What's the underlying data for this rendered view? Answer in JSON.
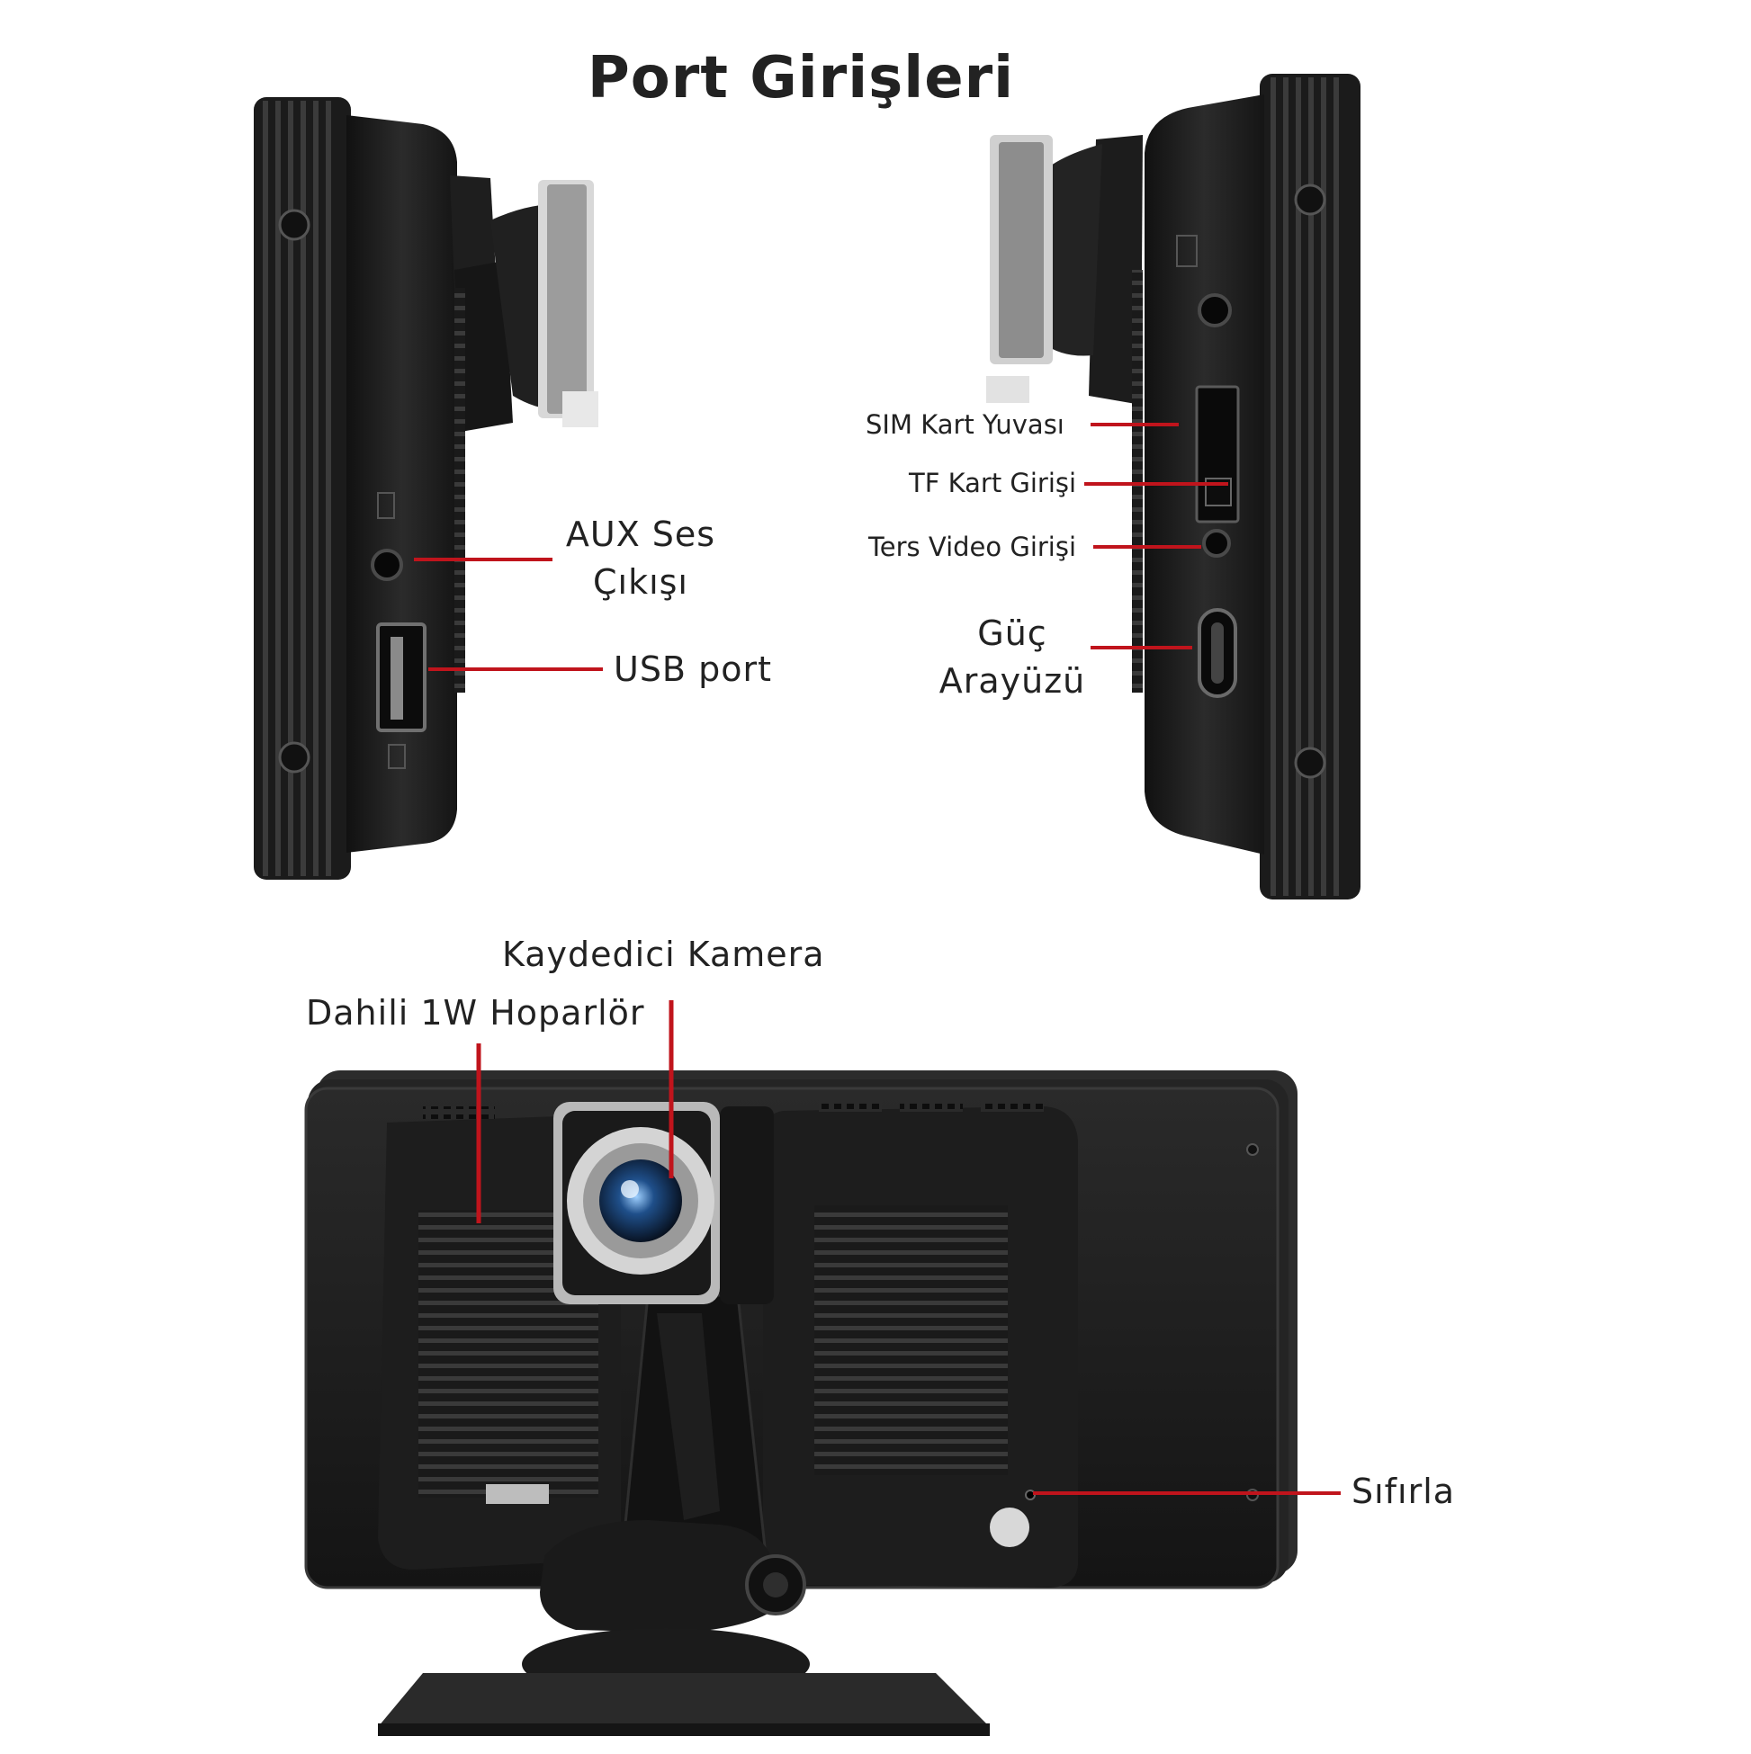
{
  "page": {
    "title": "Port Girişleri"
  },
  "callouts": {
    "aux_line1": "AUX Ses",
    "aux_line2": "Çıkışı",
    "usb": "USB port",
    "sim": "SIM Kart Yuvası",
    "tf": "TF Kart Girişi",
    "reverse": "Ters Video Girişi",
    "power_line1": "Güç",
    "power_line2": "Arayüzü",
    "camera": "Kaydedici Kamera",
    "speaker": "Dahili 1W Hoparlör",
    "reset": "Sıfırla"
  },
  "colors": {
    "leader": "#c0141c",
    "device_dark": "#1c1c1c",
    "device_mid": "#2e2e2e",
    "device_light": "#4a4a4a",
    "text": "#222222",
    "lens": "#1f4f8a"
  }
}
